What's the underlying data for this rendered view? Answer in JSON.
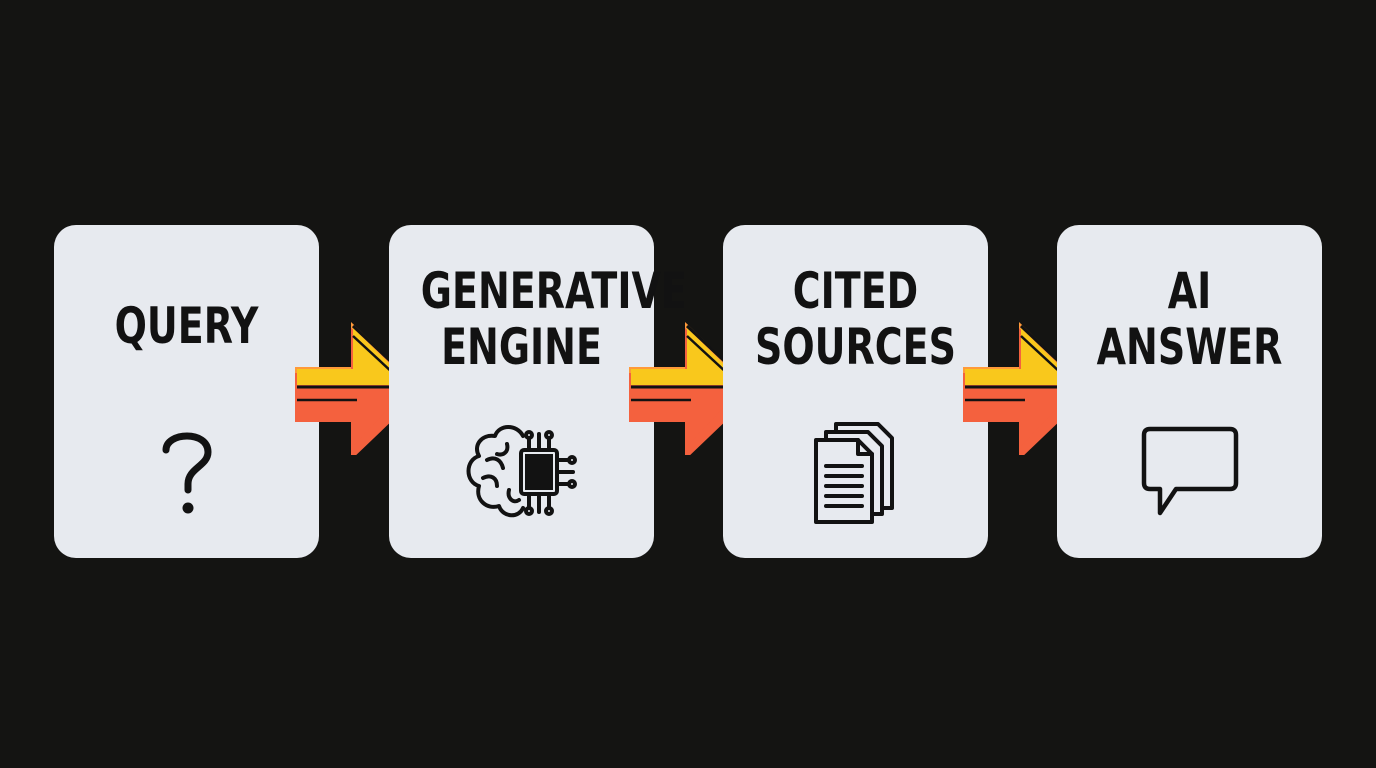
{
  "steps": [
    {
      "title_lines": [
        "QUERY"
      ],
      "icon": "question-mark-icon"
    },
    {
      "title_lines": [
        "GENERATIVE",
        "ENGINE"
      ],
      "icon": "brain-chip-icon"
    },
    {
      "title_lines": [
        "CITED",
        "SOURCES"
      ],
      "icon": "documents-icon"
    },
    {
      "title_lines": [
        "AI",
        "ANSWER"
      ],
      "icon": "speech-bubble-icon"
    }
  ],
  "colors": {
    "background": "#141412",
    "card": "#e7eaef",
    "text": "#121212",
    "arrow_yellow": "#f9c81c",
    "arrow_orange": "#f4613e"
  }
}
